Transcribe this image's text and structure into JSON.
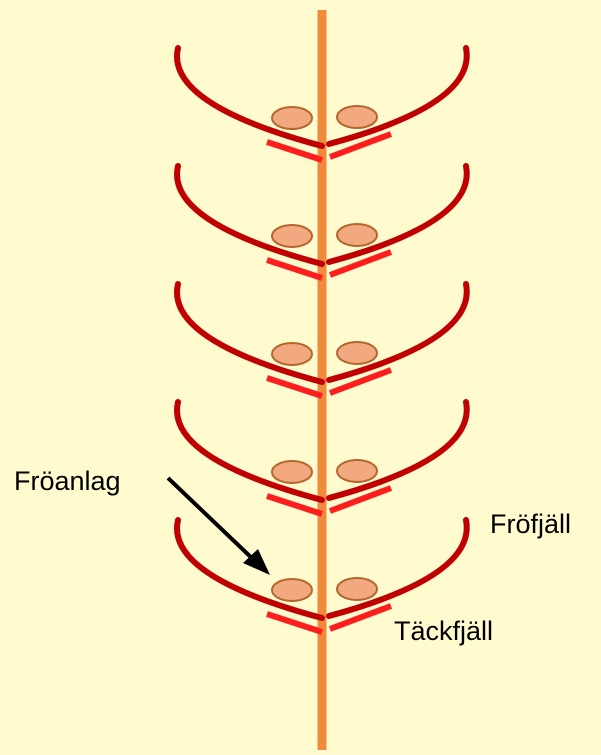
{
  "diagram": {
    "labels": {
      "ovule": "Fröanlag",
      "seed_scale": "Fröfjäll",
      "bract_scale": "Täckfjäll"
    },
    "colors": {
      "background": "#FFFBCF",
      "axis": "#F08A3C",
      "seed_scale": "#C00000",
      "bract_scale": "#FF1E1E",
      "ovule_fill": "#F2A97F",
      "ovule_stroke": "#B4662E",
      "arrow": "#000000"
    },
    "unit_count": 5
  }
}
